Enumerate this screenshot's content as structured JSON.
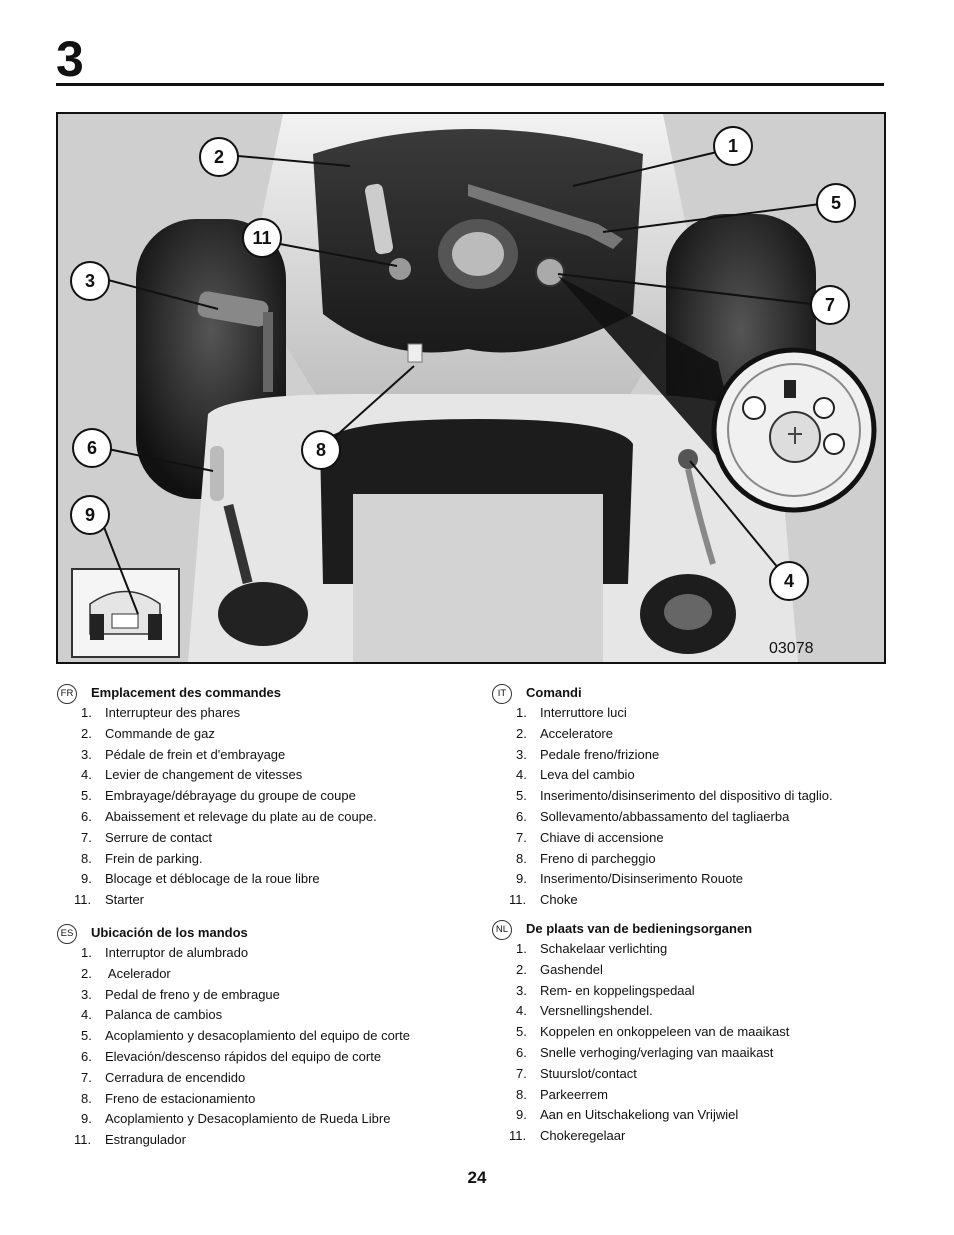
{
  "chapter_number": "3",
  "figure": {
    "code": "03078",
    "callouts": [
      "1",
      "2",
      "3",
      "4",
      "5",
      "6",
      "7",
      "8",
      "9",
      "11"
    ]
  },
  "sections": [
    {
      "lang": "FR",
      "title": "Emplacement des commandes",
      "items": [
        {
          "num": "1.",
          "text": "Interrupteur des phares"
        },
        {
          "num": "2.",
          "text": "Commande de gaz"
        },
        {
          "num": "3.",
          "text": "Pédale de frein et d'embrayage"
        },
        {
          "num": "4.",
          "text": "Levier de changement de vitesses"
        },
        {
          "num": "5.",
          "text": "Embrayage/débrayage du groupe de coupe"
        },
        {
          "num": "6.",
          "text": "Abaissement et relevage du plate au de coupe."
        },
        {
          "num": "7.",
          "text": "Serrure de contact"
        },
        {
          "num": "8.",
          "text": "Frein de parking."
        },
        {
          "num": "9.",
          "text": "Blocage et déblocage de la roue libre"
        },
        {
          "num": "11.",
          "text": "Starter"
        }
      ]
    },
    {
      "lang": "ES",
      "title": "Ubicación de los mandos",
      "items": [
        {
          "num": "1.",
          "text": "Interruptor de alumbrado"
        },
        {
          "num": "2.",
          "text": " Acelerador"
        },
        {
          "num": "3.",
          "text": "Pedal de freno y de embrague"
        },
        {
          "num": "4.",
          "text": "Palanca de cambios"
        },
        {
          "num": "5.",
          "text": "Acoplamiento y desacoplamiento del equipo de corte"
        },
        {
          "num": "6.",
          "text": "Elevación/descenso rápidos del equipo de corte"
        },
        {
          "num": "7.",
          "text": "Cerradura de encendido"
        },
        {
          "num": "8.",
          "text": "Freno de estacionamiento"
        },
        {
          "num": "9.",
          "text": "Acoplamiento y Desacoplamiento de Rueda Libre"
        },
        {
          "num": "11.",
          "text": "Estrangulador"
        }
      ]
    },
    {
      "lang": "IT",
      "title": "Comandi",
      "items": [
        {
          "num": "1.",
          "text": "Interruttore luci"
        },
        {
          "num": "2.",
          "text": "Acceleratore"
        },
        {
          "num": "3.",
          "text": "Pedale freno/frizione"
        },
        {
          "num": "4.",
          "text": "Leva del cambio"
        },
        {
          "num": "5.",
          "text": "Inserimento/disinserimento del dispositivo di taglio."
        },
        {
          "num": "6.",
          "text": "Sollevamento/abbassamento del tagliaerba"
        },
        {
          "num": "7.",
          "text": "Chiave di accensione"
        },
        {
          "num": "8.",
          "text": "Freno di parcheggio"
        },
        {
          "num": "9.",
          "text": "Inserimento/Disinserimento Rouote"
        },
        {
          "num": "11.",
          "text": "Choke"
        }
      ]
    },
    {
      "lang": "NL",
      "title": "De plaats van de bedieningsorganen",
      "items": [
        {
          "num": "1.",
          "text": "Schakelaar verlichting"
        },
        {
          "num": "2.",
          "text": "Gashendel"
        },
        {
          "num": "3.",
          "text": "Rem- en koppelingspedaal"
        },
        {
          "num": "4.",
          "text": "Versnellingshendel."
        },
        {
          "num": "5.",
          "text": "Koppelen en onkoppeleen van de maaikast"
        },
        {
          "num": "6.",
          "text": "Snelle verhoging/verlaging van maaikast"
        },
        {
          "num": "7.",
          "text": "Stuurslot/contact"
        },
        {
          "num": "8.",
          "text": "Parkeerrem"
        },
        {
          "num": "9.",
          "text": "Aan en Uitschakeliong van Vrijwiel"
        },
        {
          "num": "11.",
          "text": "Chokeregelaar"
        }
      ]
    }
  ],
  "page_number": "24"
}
